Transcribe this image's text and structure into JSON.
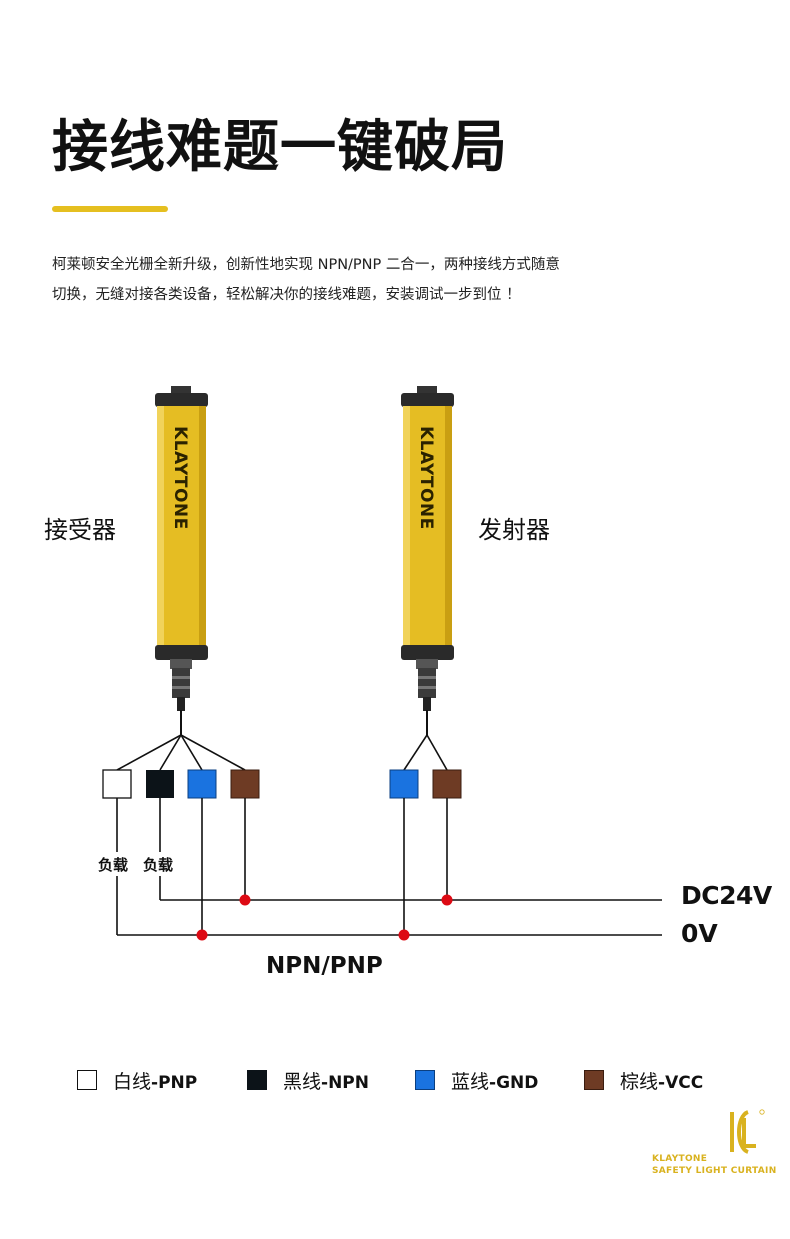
{
  "headline": "接线难题一键破局",
  "intro": {
    "line1": "柯莱顿安全光栅全新升级，创新性地实现 NPN/PNP 二合一，两种接线方式随意",
    "line2": "切换，无缝对接各类设备，轻松解决你的接线难题，安装调试一步到位 ！"
  },
  "device": {
    "brand": "KLAYTONE",
    "receiver_label": "接受器",
    "emitter_label": "发射器"
  },
  "wiring": {
    "load_label_1": "负载",
    "load_label_2": "负载",
    "dc_label": "DC24V",
    "zero_label": "0V",
    "mode_label": "NPN/PNP"
  },
  "legend": [
    {
      "name": "白线",
      "code": "-PNP",
      "color": "#ffffff"
    },
    {
      "name": "黑线",
      "code": "-NPN",
      "color": "#0c1318"
    },
    {
      "name": "蓝线",
      "code": "-GND",
      "color": "#1a73e0"
    },
    {
      "name": "棕线",
      "code": "-VCC",
      "color": "#6e3b24"
    }
  ],
  "colors": {
    "accent": "#e5bf20",
    "housing": "#e5bd23",
    "junction": "#dd0a14"
  },
  "logo": {
    "line1": "KLAYTONE",
    "line2": "SAFETY LIGHT CURTAIN"
  }
}
